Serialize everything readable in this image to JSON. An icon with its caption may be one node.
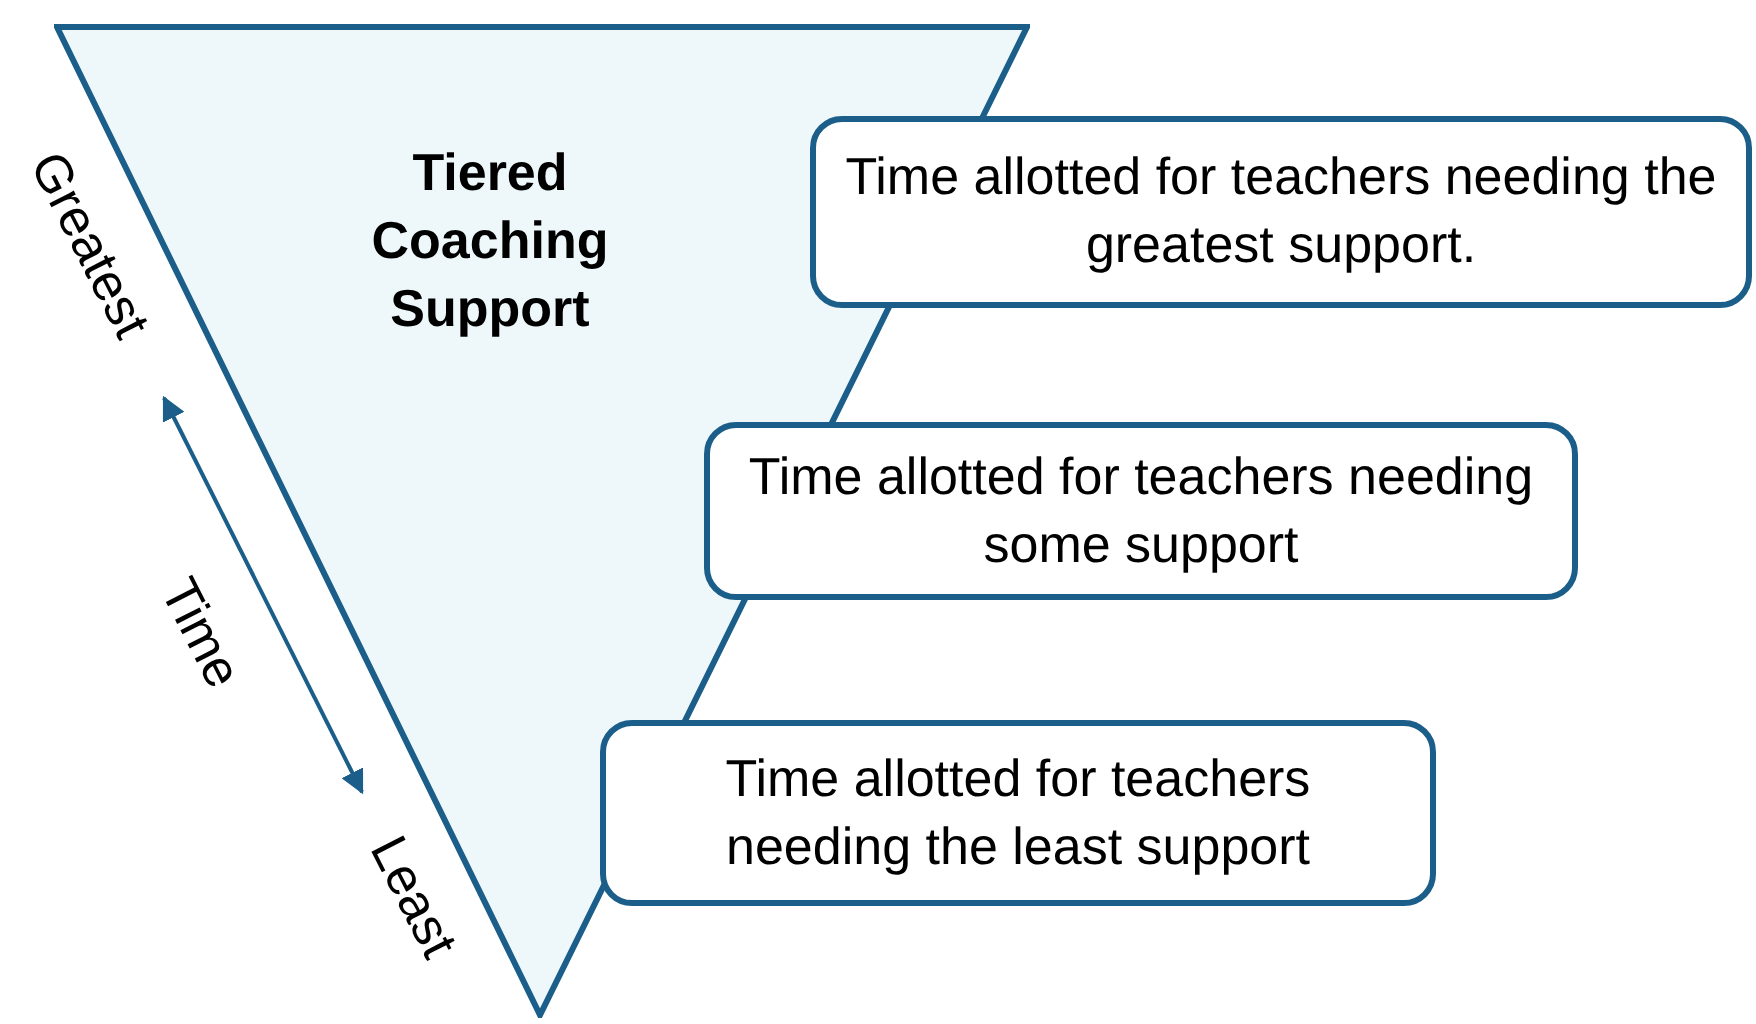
{
  "diagram": {
    "nodes": [
      {
        "text": [
          "Tiered Coaching Support"
        ]
      },
      {
        "text": [
          "Time allotted for teachers needing the greatest support."
        ]
      },
      {
        "text": [
          "Time allotted for teachers needing some support"
        ]
      },
      {
        "text": [
          "Time allotted for teachers needing the least support"
        ]
      }
    ],
    "edges": [],
    "labels": [
      "Greatest",
      "Time",
      "Least"
    ]
  }
}
